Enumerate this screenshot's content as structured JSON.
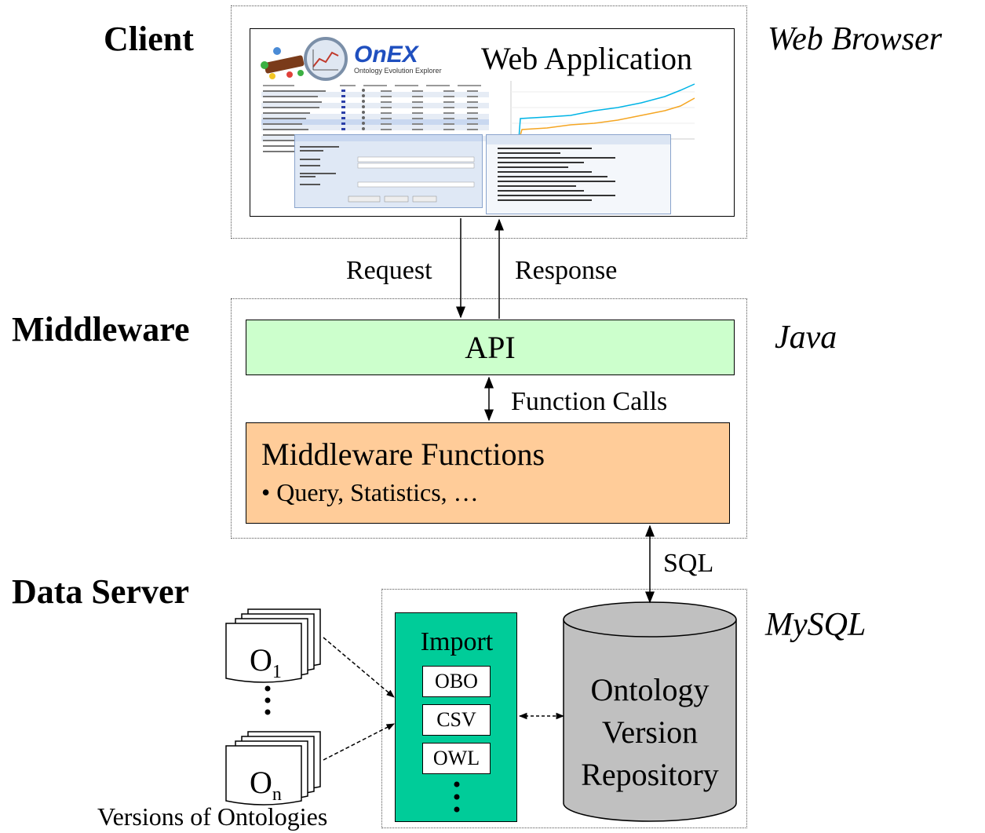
{
  "tiers": {
    "client": "Client",
    "middleware": "Middleware",
    "data_server": "Data Server"
  },
  "technologies": {
    "web_browser": "Web Browser",
    "java": "Java",
    "mysql": "MySQL"
  },
  "client": {
    "web_application": "Web Application",
    "logo_text": "OnEX",
    "logo_subtitle": "Ontology Evolution Explorer"
  },
  "arrows": {
    "request": "Request",
    "response": "Response",
    "function_calls": "Function Calls",
    "sql": "SQL"
  },
  "middleware": {
    "api": "API",
    "functions_title": "Middleware Functions",
    "functions_bullet": "• Query, Statistics, …"
  },
  "data_server": {
    "import_title": "Import",
    "formats": [
      "OBO",
      "CSV",
      "OWL"
    ],
    "repository_lines": [
      "Ontology",
      "Version",
      "Repository"
    ],
    "ontology_first": "O",
    "ontology_first_sub": "1",
    "ontology_last": "O",
    "ontology_last_sub": "n",
    "versions_caption": "Versions of Ontologies"
  },
  "colors": {
    "api_fill": "#ccffcc",
    "middleware_fill": "#ffcc99",
    "import_fill": "#00cc99",
    "repository_fill": "#c0c0c0"
  }
}
